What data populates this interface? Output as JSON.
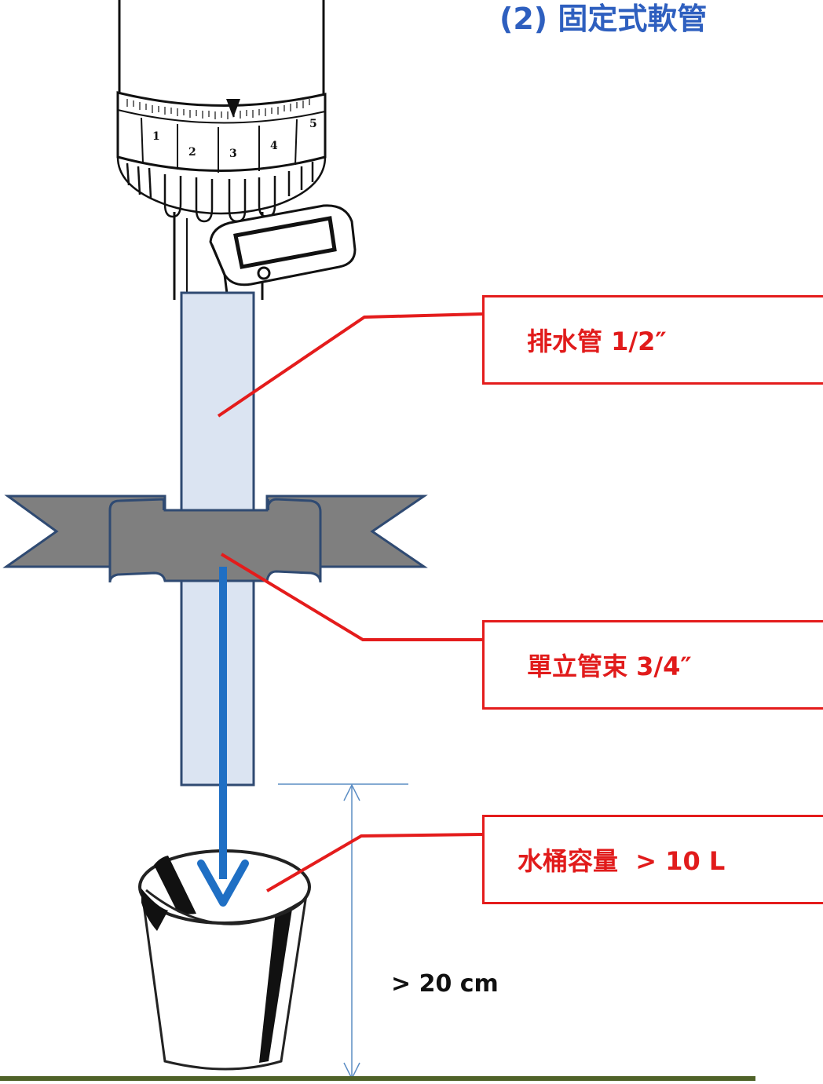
{
  "title": "(2) 固定式軟管",
  "dial": {
    "numbers": [
      "1",
      "2",
      "3",
      "4",
      "5"
    ]
  },
  "labels": {
    "drain_pipe": "排水管 1/2″",
    "pipe_clamp": "單立管束 3/4″",
    "bucket": "水桶容量  > 10 L",
    "height": "> 20 cm"
  },
  "colors": {
    "title": "#2e5fbf",
    "callout": "#e41c1c",
    "pipe_fill": "#dbe4f2",
    "pipe_stroke": "#2f4a72",
    "clamp_fill": "#7f7f7f",
    "flow_arrow": "#1f6fc4",
    "dimension": "#5b8dc4",
    "ground": "#4f6228"
  }
}
